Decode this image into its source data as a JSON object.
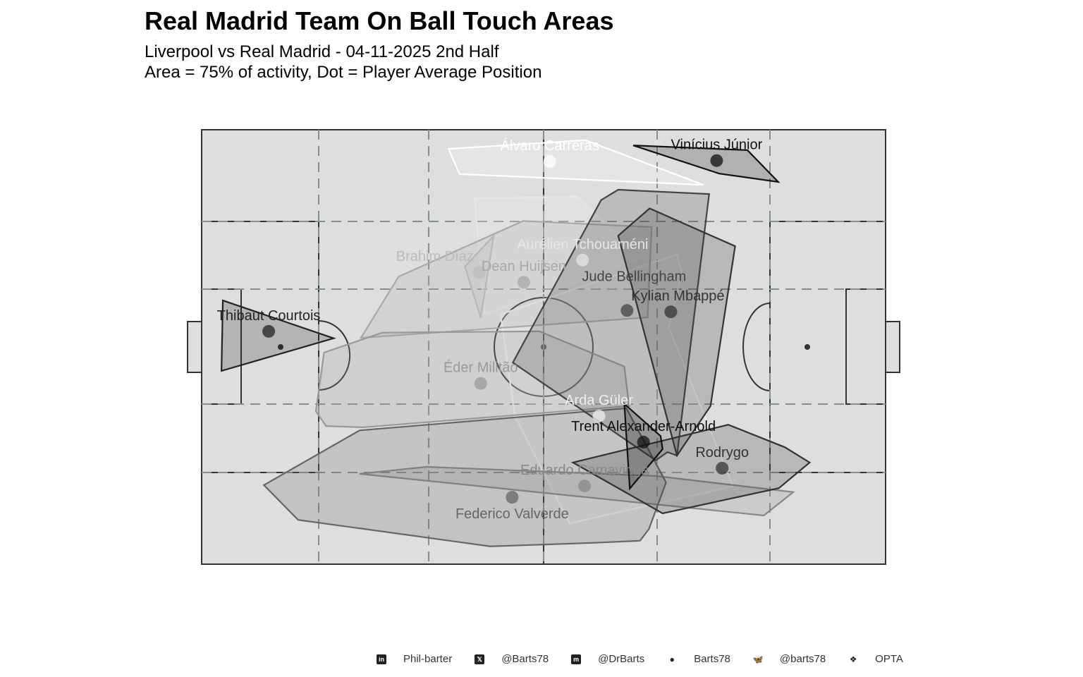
{
  "title": "Real Madrid Team On Ball Touch Areas",
  "subtitle_line1": "Liverpool vs Real Madrid - 04-11-2025 2nd Half",
  "subtitle_line2": "Area = 75% of activity, Dot = Player Average Position",
  "footer": [
    {
      "icon": "linkedin-icon",
      "text": "Phil-barter"
    },
    {
      "icon": "x-twitter-icon",
      "text": "@Barts78"
    },
    {
      "icon": "mastodon-icon",
      "text": "@DrBarts"
    },
    {
      "icon": "github-icon",
      "text": "Barts78"
    },
    {
      "icon": "bluesky-icon",
      "text": "@barts78"
    },
    {
      "icon": "dropbox-icon",
      "text": "OPTA"
    }
  ],
  "chart_data": {
    "type": "scatter",
    "title": "Real Madrid Team On Ball Touch Areas",
    "xlim": [
      0,
      100
    ],
    "ylim": [
      0,
      100
    ],
    "players": [
      {
        "name": "Aurélien Tchouaméni",
        "avg": [
          55.7,
          70.0
        ],
        "color": "#e6e6e6",
        "hull": [
          [
            39.9,
            84.2
          ],
          [
            55.0,
            84.6
          ],
          [
            61.6,
            74.2
          ],
          [
            65.8,
            71.4
          ],
          [
            41.4,
            57.5
          ]
        ]
      },
      {
        "name": "Arda Güler",
        "avg": [
          58.1,
          34.1
        ],
        "color": "#efefef",
        "hull": [
          [
            43.7,
            57.5
          ],
          [
            69.5,
            71.3
          ],
          [
            70.2,
            67.1
          ],
          [
            68.3,
            54.5
          ],
          [
            77.7,
            17.9
          ],
          [
            53.8,
            9.4
          ],
          [
            45.8,
            34.1
          ]
        ]
      },
      {
        "name": "Brahim Díaz",
        "avg": [
          40.6,
          67.2
        ],
        "color": "#bbbbbb",
        "hull": [
          [
            38.5,
            68.5
          ],
          [
            42.7,
            75.6
          ],
          [
            40.8,
            56.8
          ]
        ]
      },
      {
        "name": "Dean Huijsen",
        "avg": [
          47.1,
          64.9
        ],
        "color": "#a8a8a8",
        "hull": [
          [
            23.3,
            52.1
          ],
          [
            28.8,
            66.2
          ],
          [
            47.0,
            79.0
          ],
          [
            65.8,
            77.6
          ],
          [
            65.2,
            56.8
          ]
        ]
      },
      {
        "name": "Éder Militão",
        "avg": [
          40.8,
          41.6
        ],
        "color": "#999999",
        "hull": [
          [
            16.7,
            35.2
          ],
          [
            17.9,
            48.7
          ],
          [
            26.4,
            53.3
          ],
          [
            49.4,
            53.6
          ],
          [
            61.8,
            45.5
          ],
          [
            62.5,
            36.4
          ],
          [
            23.6,
            31.5
          ],
          [
            18.2,
            31.8
          ]
        ]
      },
      {
        "name": "Eduardo Camavinga",
        "avg": [
          56.0,
          18.0
        ],
        "color": "#888888",
        "hull": [
          [
            23.1,
            20.8
          ],
          [
            32.9,
            22.4
          ],
          [
            66.4,
            20.3
          ],
          [
            86.5,
            16.6
          ],
          [
            82.2,
            11.2
          ]
        ]
      },
      {
        "name": "Federico Valverde",
        "avg": [
          45.4,
          15.4
        ],
        "color": "#666666",
        "hull": [
          [
            9.1,
            18.2
          ],
          [
            23.1,
            30.8
          ],
          [
            62.1,
            35.9
          ],
          [
            67.9,
            18.8
          ],
          [
            65.4,
            8.1
          ],
          [
            64.1,
            5.4
          ],
          [
            57.1,
            4.9
          ],
          [
            42.2,
            4.1
          ],
          [
            14.1,
            10.2
          ]
        ]
      },
      {
        "name": "Jude Bellingham",
        "avg": [
          62.2,
          58.4
        ],
        "color": "#444444",
        "hull": [
          [
            58.4,
            83.8
          ],
          [
            60.9,
            86.2
          ],
          [
            74.2,
            85.2
          ],
          [
            69.5,
            25.0
          ],
          [
            68.1,
            25.8
          ],
          [
            66.4,
            23.9
          ],
          [
            45.5,
            46.4
          ]
        ]
      },
      {
        "name": "Kylian Mbappé",
        "avg": [
          68.6,
          58.1
        ],
        "color": "#333333",
        "hull": [
          [
            60.9,
            75.6
          ],
          [
            65.5,
            81.9
          ],
          [
            78.0,
            73.2
          ],
          [
            74.4,
            36.4
          ],
          [
            69.5,
            25.0
          ],
          [
            63.3,
            61.7
          ]
        ]
      },
      {
        "name": "Álvaro Carreras",
        "avg": [
          50.9,
          92.7
        ],
        "color": "#ffffff",
        "hull": [
          [
            36.1,
            95.6
          ],
          [
            56.1,
            97.6
          ],
          [
            73.4,
            87.3
          ],
          [
            37.7,
            89.8
          ]
        ]
      },
      {
        "name": "Vinícius Júnior",
        "avg": [
          75.3,
          92.9
        ],
        "color": "#111111",
        "hull": [
          [
            63.1,
            96.4
          ],
          [
            79.8,
            95.3
          ],
          [
            84.3,
            88.0
          ],
          [
            75.7,
            89.9
          ]
        ]
      },
      {
        "name": "Thibaut Courtois",
        "avg": [
          9.8,
          53.6
        ],
        "color": "#222222",
        "hull": [
          [
            3.1,
            60.7
          ],
          [
            19.3,
            52.0
          ],
          [
            2.9,
            44.5
          ]
        ]
      },
      {
        "name": "Rodrygo",
        "avg": [
          76.1,
          22.1
        ],
        "color": "#333333",
        "hull": [
          [
            54.3,
            23.4
          ],
          [
            77.0,
            32.1
          ],
          [
            85.3,
            26.9
          ],
          [
            88.9,
            23.4
          ],
          [
            84.4,
            17.5
          ],
          [
            67.4,
            11.7
          ]
        ]
      },
      {
        "name": "Trent Alexander-Arnold",
        "avg": [
          64.6,
          28.1
        ],
        "color": "#111111",
        "hull": [
          [
            61.8,
            36.9
          ],
          [
            67.1,
            29.5
          ],
          [
            67.4,
            26.5
          ],
          [
            62.6,
            17.4
          ]
        ]
      }
    ]
  }
}
